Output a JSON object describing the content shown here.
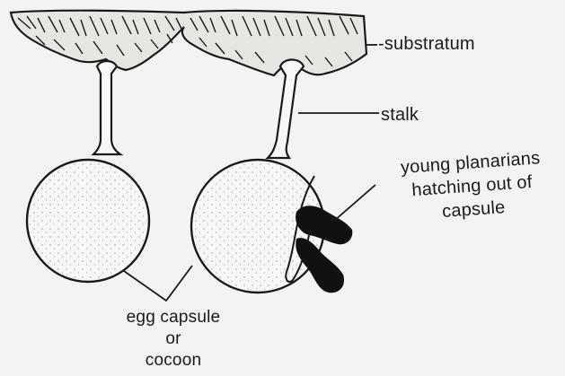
{
  "labels": {
    "substratum": "-substratum",
    "stalk": "stalk",
    "young": [
      "young planarians",
      "hatching out of",
      "capsule"
    ],
    "egg": [
      "egg capsule",
      "or",
      "cocoon"
    ]
  },
  "colors": {
    "ink": "#1a1a1a",
    "background": "#f3f3f1",
    "capsule_fill": "#f7f7f5"
  }
}
